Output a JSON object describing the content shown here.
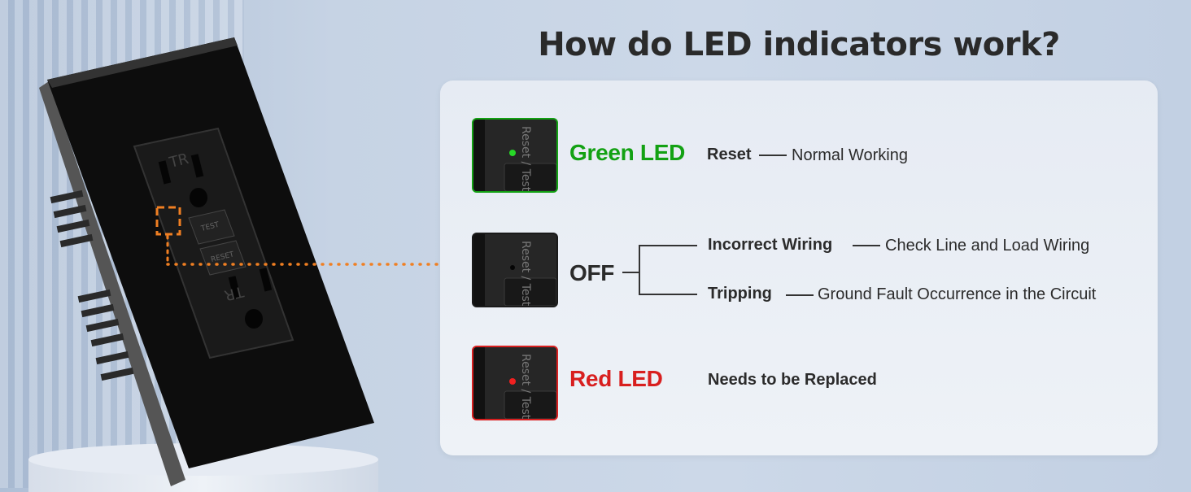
{
  "title": "How do LED indicators work?",
  "colors": {
    "green": "#13a113",
    "red": "#d81f1f",
    "dark": "#2b2b2b",
    "accent": "#f07f22"
  },
  "outlet": {
    "top_label": "TR",
    "bottom_label": "TR",
    "test_label": "TEST",
    "reset_label": "RESET"
  },
  "thumb_label": "Reset / Test",
  "rows": [
    {
      "indicator": "Green LED",
      "status": "Reset",
      "meaning": "Normal Working"
    },
    {
      "indicator": "OFF",
      "branches": [
        {
          "status": "Incorrect Wiring",
          "meaning": "Check Line and Load Wiring"
        },
        {
          "status": "Tripping",
          "meaning": "Ground Fault Occurrence in the Circuit"
        }
      ]
    },
    {
      "indicator": "Red LED",
      "meaning": "Needs to be Replaced"
    }
  ]
}
